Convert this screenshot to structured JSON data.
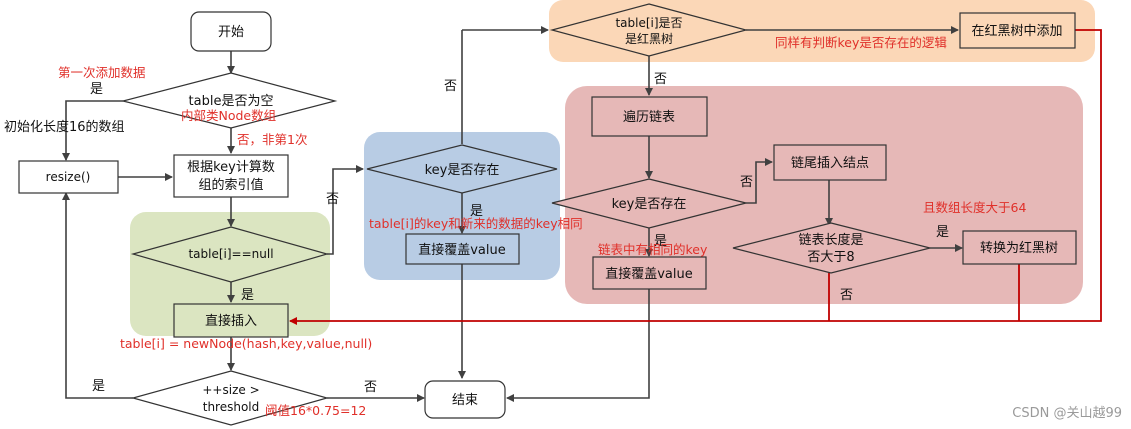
{
  "nodes": {
    "start": "开始",
    "table_empty": "table是否为空",
    "resize": "resize()",
    "compute_index_1": "根据key计算数",
    "compute_index_2": "组的索引值",
    "table_null": "table[i]==null",
    "direct_insert": "直接插入",
    "size_threshold_1": "++size >",
    "size_threshold_2": "threshold",
    "end": "结束",
    "key_exists_1": "key是否存在",
    "direct_cover_1": "直接覆盖value",
    "is_rbtree_1": "table[i]是否",
    "is_rbtree_2": "是红黑树",
    "rbtree_add": "在红黑树中添加",
    "traverse_list": "遍历链表",
    "key_exists_2": "key是否存在",
    "direct_cover_2": "直接覆盖value",
    "tail_insert": "链尾插入结点",
    "list_len_1": "链表长度是",
    "list_len_2": "否大于8",
    "to_rbtree": "转换为红黑树"
  },
  "labels": {
    "yes": "是",
    "no": "否",
    "init_length": "初始化长度16的数组",
    "no_not_first": "否，非第1次",
    "yes_table_null": "是",
    "yes_key_exists": "是",
    "no_key_exists": "否",
    "no_rbtree": "否",
    "yes_resize": "是",
    "no_end": "否",
    "no_list_len": "否",
    "yes_list_len": "是",
    "no_tail": "否",
    "yes_key_exists2": "是",
    "no_table_null": "否"
  },
  "annotations": {
    "first_add": "第一次添加数据",
    "inner_node_array": "内部类Node数组",
    "same_key": "table[i]的key和新来的数据的key相同",
    "same_key_in_list": "链表中有相同的key",
    "rbtree_key_check": "同样有判断key是否存在的逻辑",
    "array_len_64": "且数组长度大于64",
    "new_node": "table[i] = newNode(hash,key,value,null)",
    "threshold": "阈值16*0.75=12"
  },
  "watermark": "CSDN @关山越99",
  "colors": {
    "green_region": "#dbe5c1",
    "blue_region": "#b8cce4",
    "orange_region": "#fbd7b7",
    "pink_region": "#e6b8b7",
    "red_line": "#c00000",
    "annotation": "#e0302a"
  }
}
